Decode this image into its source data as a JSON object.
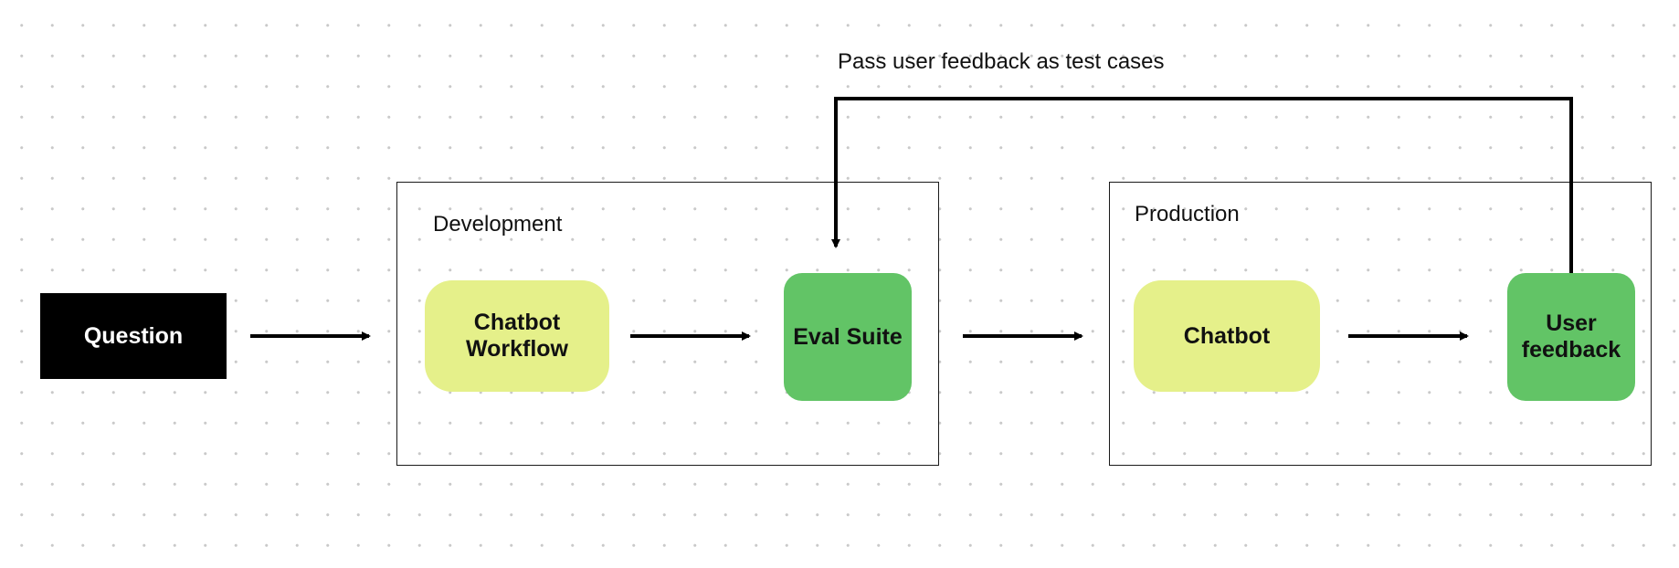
{
  "groups": {
    "development": {
      "label": "Development"
    },
    "production": {
      "label": "Production"
    }
  },
  "nodes": {
    "question": {
      "label": "Question"
    },
    "chatbot_workflow": {
      "label": "Chatbot\nWorkflow"
    },
    "eval_suite": {
      "label": "Eval Suite"
    },
    "chatbot": {
      "label": "Chatbot"
    },
    "user_feedback": {
      "label": "User\nfeedback"
    }
  },
  "feedback_loop": {
    "label": "Pass user feedback as test cases"
  },
  "colors": {
    "question_fill": "#000000",
    "workflow_fill": "#e5f08a",
    "eval_fill": "#62c466",
    "line": "#000000"
  }
}
